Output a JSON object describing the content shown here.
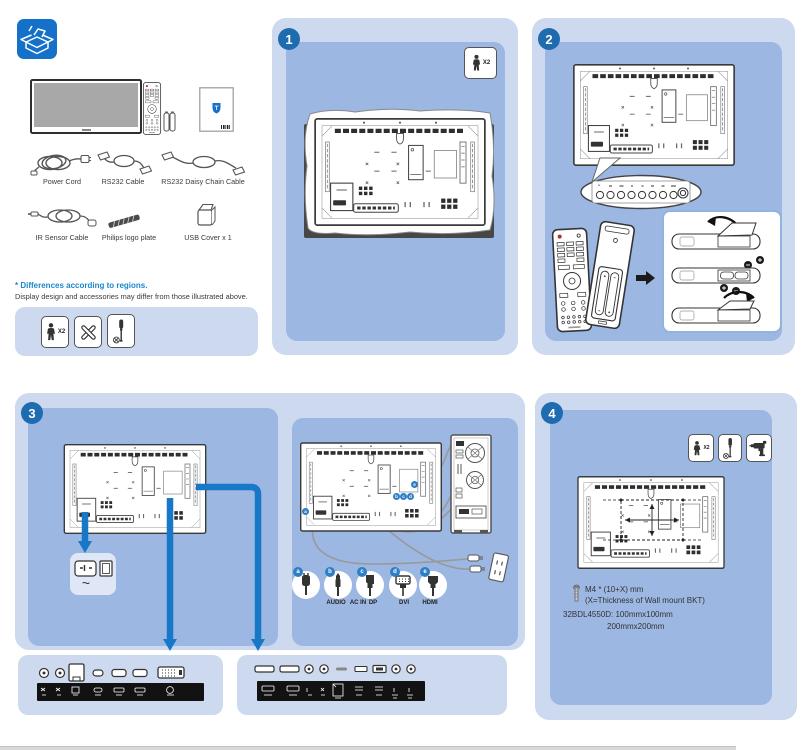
{
  "accessories": {
    "row1": [
      "Power Cord",
      "RS232 Cable",
      "RS232 Daisy Chain Cable"
    ],
    "row2": [
      "IR Sensor Cable",
      "Philips logo plate",
      "USB Cover x 1"
    ]
  },
  "note": {
    "title": "* Differences according to regions.",
    "body": "Display design and accessories may differ from those illustrated above."
  },
  "prep_box": {
    "person_count": "X2"
  },
  "steps": {
    "s1": {
      "number": "1",
      "person_count": "X2"
    },
    "s2": {
      "number": "2"
    },
    "s3": {
      "number": "3",
      "ac_symbol": "~",
      "cable_letters": [
        "a",
        "b",
        "c",
        "d",
        "e"
      ],
      "cable_labels": [
        "AUDIO",
        "AC IN",
        "DP",
        "DVI",
        "HDMI"
      ]
    },
    "s4": {
      "number": "4",
      "person_count": "X2",
      "screw_spec": "M4 * (10+X) mm",
      "screw_note": "(X=Thickness of Wall mount BKT)",
      "vesa_spec_line1": "32BDL4550D: 100mmx100mm",
      "vesa_spec_line2": "200mmx200mm"
    }
  },
  "icons": {
    "unboxing": "open-box-icon",
    "prep": [
      "person-x2-icon",
      "cutter-icon",
      "screwdriver-icon"
    ],
    "step1": [
      "person-x2-icon"
    ],
    "step4": [
      "person-x2-icon",
      "screwdriver-icon",
      "drill-icon"
    ],
    "strip1_ports": [
      "round-jack",
      "round-jack",
      "lan-port",
      "mini-port",
      "flat-port",
      "flat-port",
      "dvi-port"
    ],
    "strip2_ports": [
      "hdmi-port",
      "hdmi-port",
      "round-jack",
      "round-jack",
      "slot",
      "flat-port",
      "usb-port",
      "round-jack",
      "round-jack"
    ]
  },
  "colors": {
    "accent_blue": "#1e6bb0",
    "arrow_blue": "#1878c8",
    "panel_outer": "#cdd9ef",
    "panel_inner": "#9db7e3",
    "note_title_blue": "#1b85cc",
    "philips_blue": "#1470c8"
  }
}
